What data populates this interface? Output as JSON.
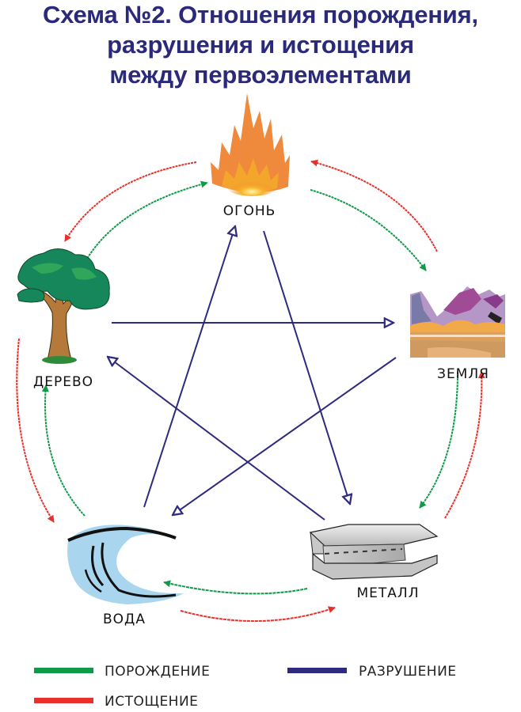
{
  "title": {
    "lines": [
      "Схема №2. Отношения порождения,",
      "разрушения и истощения",
      "между первоэлементами"
    ]
  },
  "colors": {
    "generation": "#0f9a48",
    "destruction": "#2e2a7e",
    "depletion": "#e8312a",
    "title": "#2b2a7a"
  },
  "nodes": {
    "fire": {
      "label": "ОГОНЬ",
      "icon": "flame-icon"
    },
    "tree": {
      "label": "ДЕРЕВО",
      "icon": "tree-icon"
    },
    "earth": {
      "label": "ЗЕМЛЯ",
      "icon": "mountains-icon"
    },
    "metal": {
      "label": "МЕТАЛЛ",
      "icon": "steel-beam-icon"
    },
    "water": {
      "label": "ВОДА",
      "icon": "wave-icon"
    }
  },
  "relations": {
    "generation": [
      {
        "from": "tree",
        "to": "fire"
      },
      {
        "from": "fire",
        "to": "earth"
      },
      {
        "from": "earth",
        "to": "metal"
      },
      {
        "from": "metal",
        "to": "water"
      },
      {
        "from": "water",
        "to": "tree"
      }
    ],
    "depletion": [
      {
        "from": "fire",
        "to": "tree"
      },
      {
        "from": "earth",
        "to": "fire"
      },
      {
        "from": "metal",
        "to": "earth"
      },
      {
        "from": "water",
        "to": "metal"
      },
      {
        "from": "tree",
        "to": "water"
      }
    ],
    "destruction": [
      {
        "from": "tree",
        "to": "earth"
      },
      {
        "from": "fire",
        "to": "metal"
      },
      {
        "from": "earth",
        "to": "water"
      },
      {
        "from": "water",
        "to": "fire"
      },
      {
        "from": "metal",
        "to": "tree"
      }
    ]
  },
  "legend": {
    "generation": "ПОРОЖДЕНИЕ",
    "destruction": "РАЗРУШЕНИЕ",
    "depletion": "ИСТОЩЕНИЕ"
  }
}
